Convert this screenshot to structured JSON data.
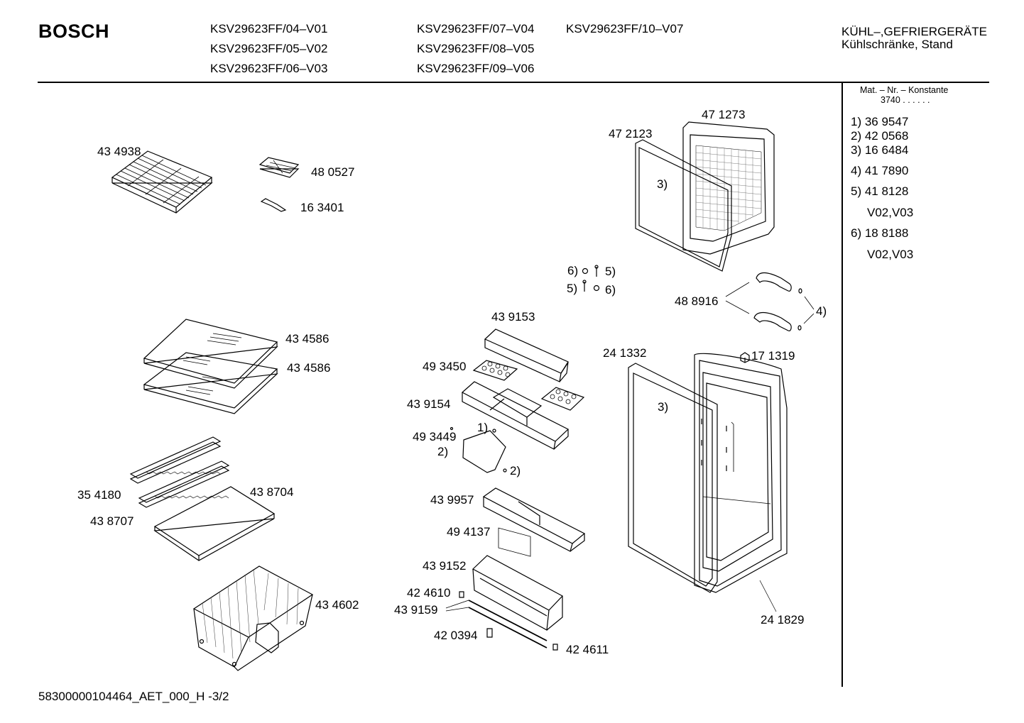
{
  "header": {
    "brand": "BOSCH",
    "models": [
      "KSV29623FF/04–V01",
      "KSV29623FF/05–V02",
      "KSV29623FF/06–V03",
      "KSV29623FF/07–V04",
      "KSV29623FF/08–V05",
      "KSV29623FF/09–V06",
      "KSV29623FF/10–V07"
    ],
    "category_line1": "KÜHL–,GEFRIERGERÄTE",
    "category_line2": "Kühlschränke, Stand"
  },
  "sidebar": {
    "title": "Mat. – Nr. – Konstante",
    "constant": "3740 . .  . . . .",
    "entries": [
      {
        "text": "1) 36 9547"
      },
      {
        "text": "2) 42 0568"
      },
      {
        "text": "3) 16 6484"
      },
      {
        "text": "4) 41 7890"
      },
      {
        "text": "5) 41 8128"
      },
      {
        "text": "V02,V03"
      },
      {
        "text": "6) 18 8188"
      },
      {
        "text": "V02,V03"
      }
    ]
  },
  "parts": {
    "p434938": "43 4938",
    "p480527": "48 0527",
    "p163401": "16 3401",
    "p434586a": "43 4586",
    "p434586b": "43 4586",
    "p354180": "35 4180",
    "p438704": "43 8704",
    "p438707": "43 8707",
    "p434602": "43 4602",
    "p439153": "43 9153",
    "p493450": "49 3450",
    "p439154": "43 9154",
    "ref1": "1)",
    "p493449": "49 3449",
    "ref2a": "2)",
    "ref2b": "2)",
    "p439957": "43 9957",
    "p494137": "49 4137",
    "p439152": "43 9152",
    "p424610": "42 4610",
    "p439159": "43 9159",
    "p420394": "42 0394",
    "p424611": "42 4611",
    "p471273": "47 1273",
    "p472123": "47 2123",
    "ref3a": "3)",
    "ref6a": "6)",
    "ref5a": "5)",
    "ref5b": "5)",
    "ref6b": "6)",
    "p488916": "48 8916",
    "ref4": "4)",
    "p241332": "24 1332",
    "p171319": "17 1319",
    "ref3b": "3)",
    "p241829": "24 1829"
  },
  "footer": {
    "doc_id": "58300000104464_AET_000_H  -3/2"
  }
}
